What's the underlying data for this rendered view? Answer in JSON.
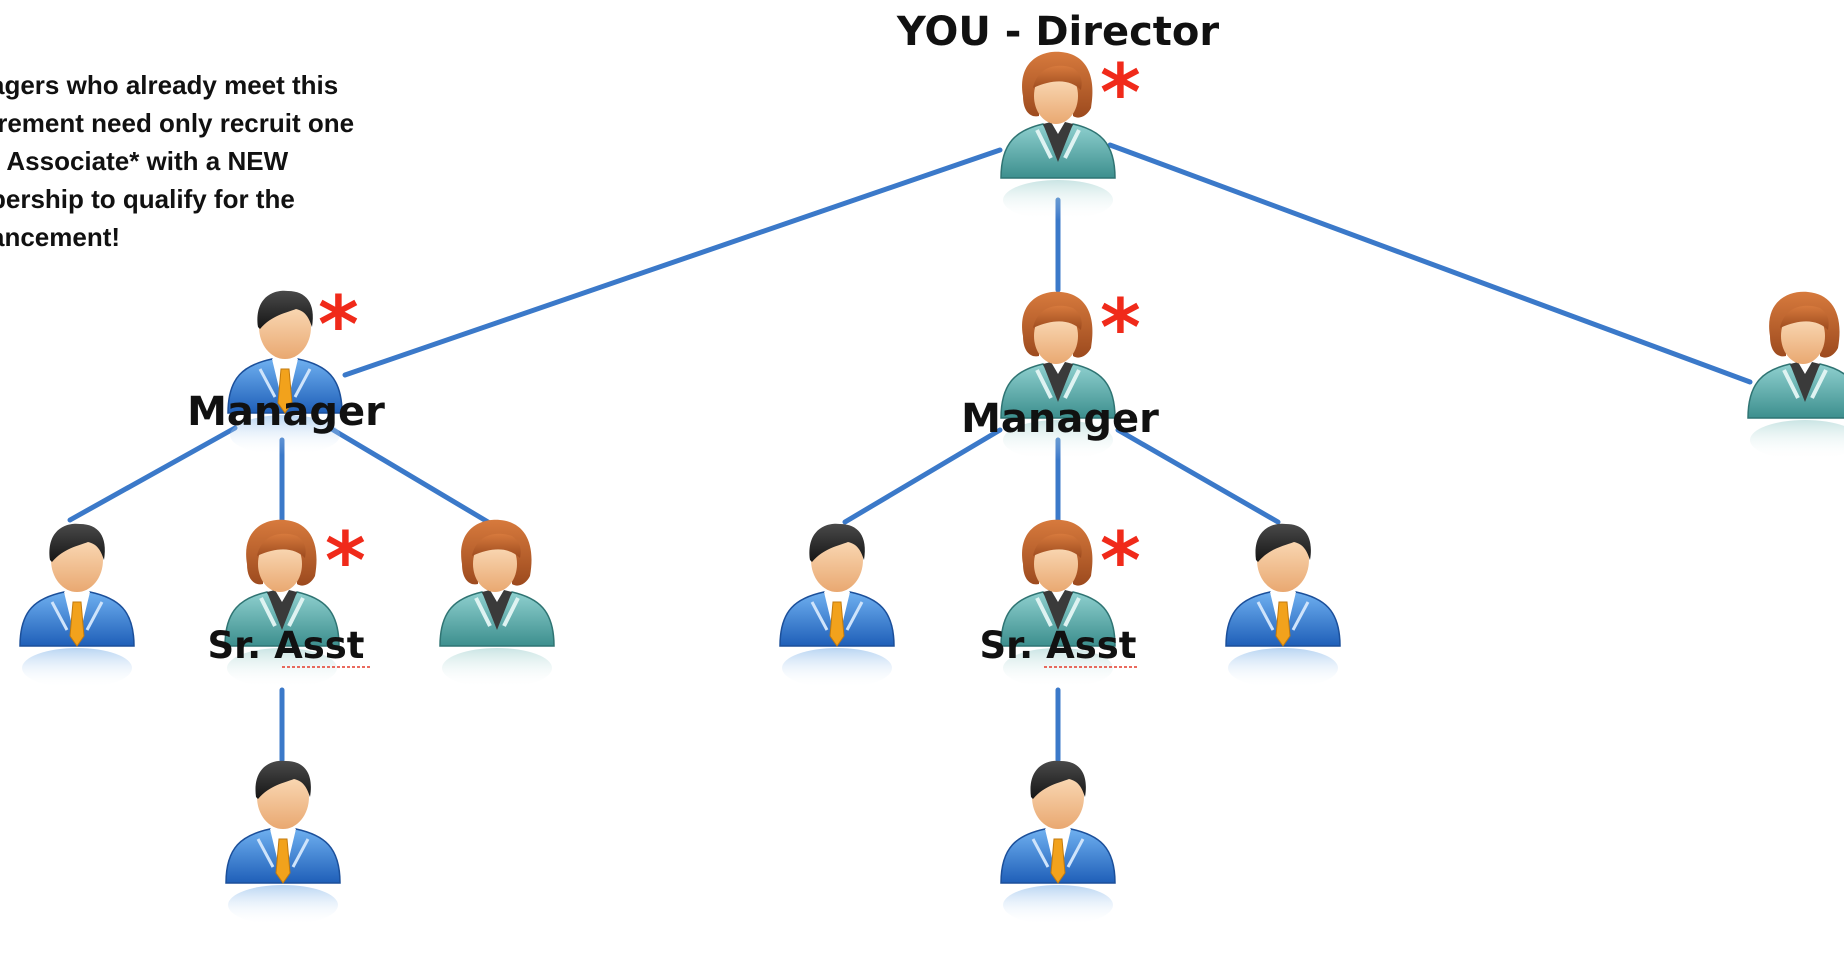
{
  "note": {
    "lines": [
      "agers who already meet this",
      "irement need only recruit one",
      "r Associate* with a NEW",
      "bership to qualify for the",
      "ancement!"
    ]
  },
  "labels": {
    "director": "YOU - Director",
    "manager_left": "Manager",
    "manager_center": "Manager",
    "sr_asst_left": "Sr. Asst",
    "sr_asst_center": "Sr. Asst"
  },
  "star_glyph": "*",
  "colors": {
    "line": "#3b79c9",
    "star": "#f02a1a",
    "male_suit": "#3a7fd0",
    "female_suit": "#4fa9a8",
    "tie": "#f2a21c"
  }
}
